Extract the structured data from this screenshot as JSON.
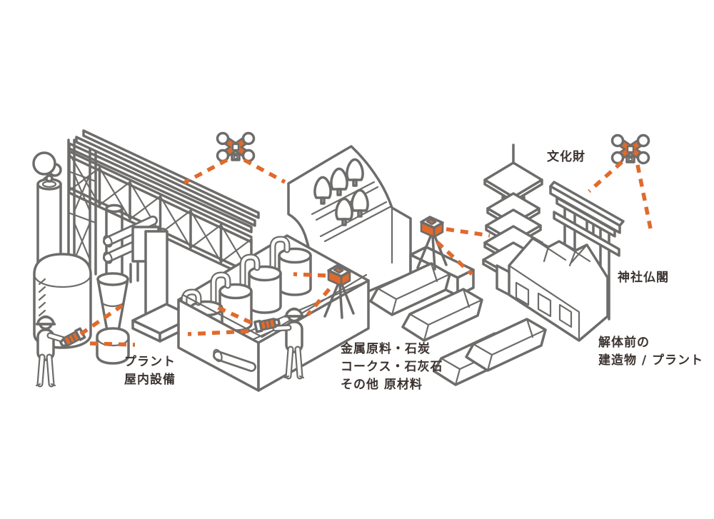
{
  "labels": {
    "plant_indoor": {
      "line1": "プラント",
      "line2": "屋内設備"
    },
    "raw_materials": {
      "line1": "金属原料・石炭",
      "line2": "コークス・石灰石",
      "line3": "その他 原材料"
    },
    "cultural_property": {
      "text": "文化財"
    },
    "shrines_temples": {
      "text": "神社仏閣"
    },
    "pre_demolition": {
      "line1": "解体前の",
      "line2": "建造物 / プラント"
    }
  },
  "colors": {
    "outline": "#6d6c6a",
    "accent": "#e06a2c",
    "text": "#3b3330",
    "background": "#ffffff"
  },
  "illustrated_objects": [
    "drone",
    "drone",
    "tripod-laser-scanner",
    "tripod-laser-scanner",
    "handheld-scanner",
    "handheld-scanner",
    "worker",
    "worker",
    "industrial-plant-truss",
    "chimney-with-smoke",
    "storage-tank",
    "funnel-hopper",
    "open-room-with-tanks",
    "hill-with-trees",
    "metal-ingots",
    "five-story-pagoda",
    "torii-gate",
    "factory-building"
  ]
}
